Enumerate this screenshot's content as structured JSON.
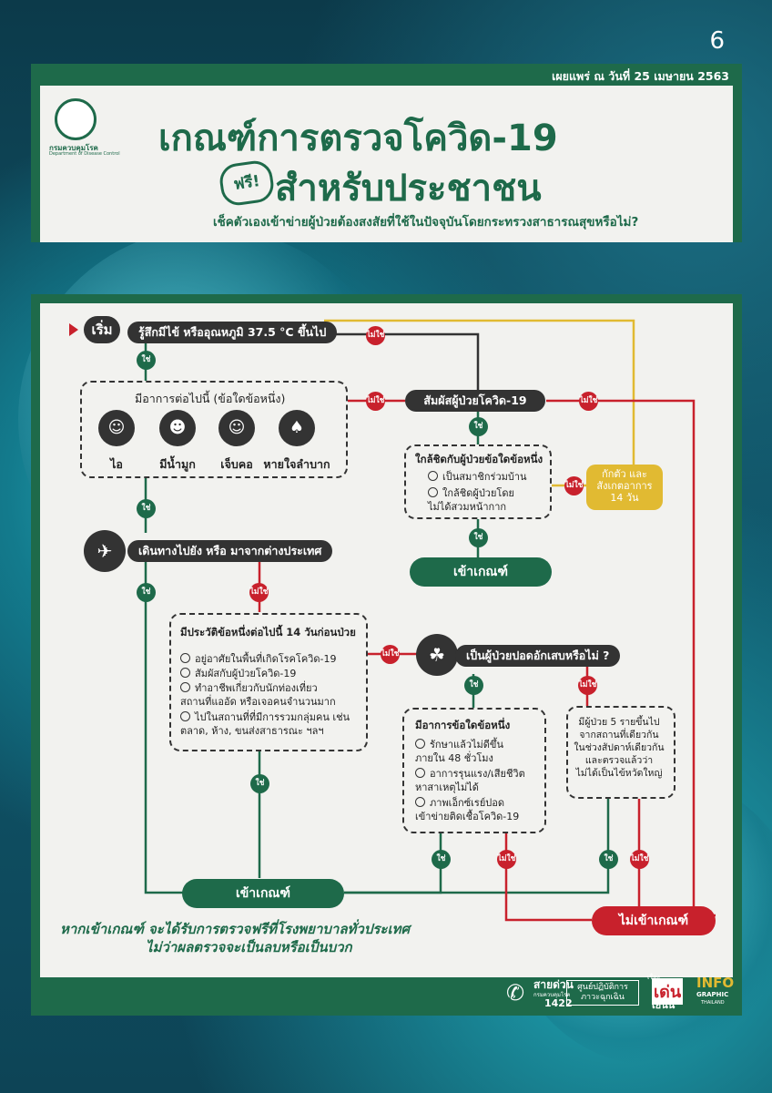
{
  "page_number": "6",
  "header": {
    "publish_date": "เผยแพร่ ณ วันที่ 25 เมษายน 2563",
    "org_logo_text": "กรมควบคุมโรค",
    "org_logo_sub": "Department of Disease Control",
    "title_line1": "เกณฑ์การตรวจโควิด-19",
    "free_badge": "ฟรี!",
    "title_line2": "สำหรับประชาชน",
    "subtitle": "เช็คตัวเองเข้าข่ายผู้ป่วยต้องสงสัยที่ใช้ในปัจจุบันโดยกระทรวงสาธารณสุขหรือไม่?"
  },
  "labels": {
    "yes": "ใช่",
    "no": "ไม่ใช่"
  },
  "flow": {
    "start": "เริ่ม",
    "fever": "รู้สึกมีไข้ หรืออุณหภูมิ 37.5 °C ขึ้นไป",
    "symptoms_title": "มีอาการต่อไปนี้ (ข้อใดข้อหนึ่ง)",
    "symptoms": [
      {
        "label": "ไอ",
        "icon": "cough-icon"
      },
      {
        "label": "มีน้ำมูก",
        "icon": "runny-nose-icon"
      },
      {
        "label": "เจ็บคอ",
        "icon": "sore-throat-icon"
      },
      {
        "label": "หายใจลำบาก",
        "icon": "breathing-difficulty-icon"
      }
    ],
    "contact_covid": "สัมผัสผู้ป่วยโควิด-19",
    "close_contact_title": "ใกล้ชิดกับผู้ป่วยข้อใดข้อหนึ่ง",
    "close_contact_opts": [
      "เป็นสมาชิกร่วมบ้าน",
      "ใกล้ชิดผู้ป่วยโดย\nไม่ได้สวมหน้ากาก"
    ],
    "quarantine": "กักตัว และ\nสังเกตอาการ\n14 วัน",
    "meets_criteria": "เข้าเกณฑ์",
    "travel": "เดินทางไปยัง หรือ มาจากต่างประเทศ",
    "history_title": "มีประวัติข้อหนึ่งต่อไปนี้ 14 วันก่อนป่วย",
    "history_opts": [
      "อยู่อาศัยในพื้นที่เกิดโรคโควิด-19",
      "สัมผัสกับผู้ป่วยโควิด-19",
      "ทำอาชีพเกี่ยวกับนักท่องเที่ยว\nสถานที่แออัด หรือเจอคนจำนวนมาก",
      "ไปในสถานที่ที่มีการรวมกลุ่มคน เช่น\nตลาด, ห้าง, ขนส่งสาธารณะ ฯลฯ"
    ],
    "pneumonia": "เป็นผู้ป่วยปอดอักเสบหรือไม่ ?",
    "pneumonia_sym_title": "มีอาการข้อใดข้อหนึ่ง",
    "pneumonia_sym_opts": [
      "รักษาแล้วไม่ดีขึ้น\nภายใน 48 ชั่วโมง",
      "อาการรุนแรง/เสียชีวิต\nหาสาเหตุไม่ได้",
      "ภาพเอ็กซ์เรย์ปอด\nเข้าข่ายติดเชื้อโควิด-19"
    ],
    "cluster_text": "มีผู้ป่วย 5 รายขึ้นไป\nจากสถานที่เดียวกัน\nในช่วงสัปดาห์เดียวกัน\nและตรวจแล้วว่า\nไม่ได้เป็นไข้หวัดใหญ่",
    "meets_criteria_bottom": "เข้าเกณฑ์",
    "not_meets_criteria": "ไม่เข้าเกณฑ์"
  },
  "footer": {
    "line1": "หากเข้าเกณฑ์ จะได้รับการตรวจฟรีที่โรงพยาบาลทั่วประเทศ",
    "line2": "ไม่ว่าผลตรวจจะเป็นลบหรือเป็นบวก",
    "hotline_label": "สายด่วน",
    "hotline_org": "กรมควบคุมโรค",
    "hotline_number": "1422",
    "eoc_label": "ศูนย์ปฏิบัติการ\nภาวะฉุกเฉิน",
    "brand_top": "เรื่อง",
    "brand_main": "เด่น",
    "brand_bottom": "เย็นนี้",
    "info_label": "INFO",
    "info_sub": "GRAPHIC",
    "info_sub2": "THAILAND"
  },
  "colors": {
    "green": "#1e6a4a",
    "red": "#c8212c",
    "yellow": "#e1ba32",
    "dark": "#333333"
  }
}
